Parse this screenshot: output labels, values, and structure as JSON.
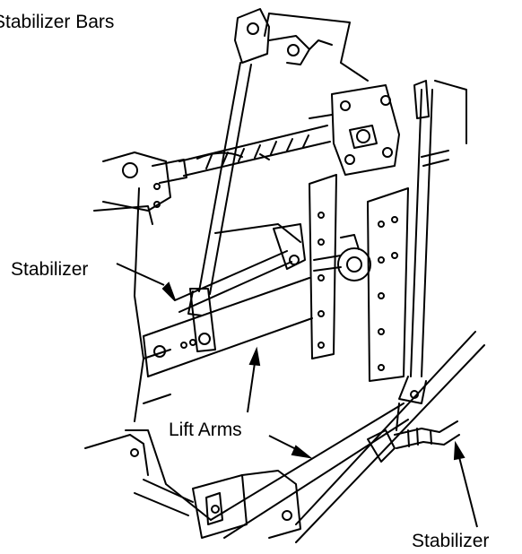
{
  "labels": {
    "top": "Stabilizer Bars",
    "stabilizer_left": "Stabilizer",
    "lift_arms": "Lift Arms",
    "stabilizer_bottom": "Stabilizer"
  },
  "colors": {
    "ink": "#000000",
    "paper": "#ffffff"
  }
}
